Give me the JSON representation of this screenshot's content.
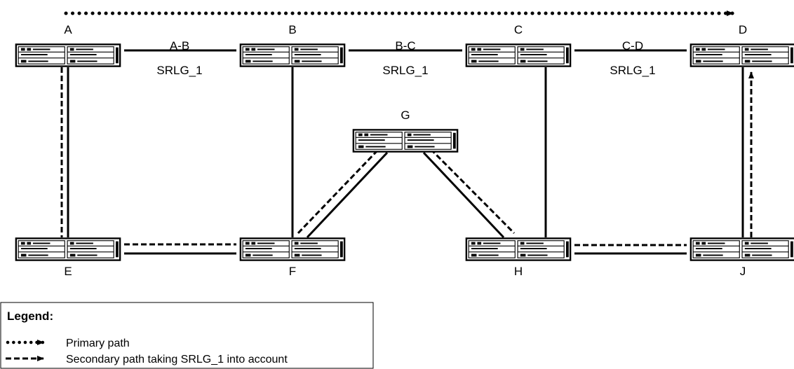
{
  "nodes": [
    {
      "id": "A",
      "label": "A"
    },
    {
      "id": "B",
      "label": "B"
    },
    {
      "id": "C",
      "label": "C"
    },
    {
      "id": "D",
      "label": "D"
    },
    {
      "id": "G",
      "label": "G"
    },
    {
      "id": "E",
      "label": "E"
    },
    {
      "id": "F",
      "label": "F"
    },
    {
      "id": "H",
      "label": "H"
    },
    {
      "id": "J",
      "label": "J"
    }
  ],
  "links": [
    {
      "from": "A",
      "to": "B",
      "name": "A-B",
      "srlg": "SRLG_1"
    },
    {
      "from": "B",
      "to": "C",
      "name": "B-C",
      "srlg": "SRLG_1"
    },
    {
      "from": "C",
      "to": "D",
      "name": "C-D",
      "srlg": "SRLG_1"
    },
    {
      "from": "A",
      "to": "E"
    },
    {
      "from": "B",
      "to": "F"
    },
    {
      "from": "C",
      "to": "H"
    },
    {
      "from": "D",
      "to": "J"
    },
    {
      "from": "E",
      "to": "F"
    },
    {
      "from": "F",
      "to": "G"
    },
    {
      "from": "G",
      "to": "H"
    },
    {
      "from": "H",
      "to": "J"
    }
  ],
  "paths": {
    "primary": [
      "A",
      "B",
      "C",
      "D"
    ],
    "secondary": [
      "A",
      "E",
      "F",
      "G",
      "H",
      "J",
      "D"
    ]
  },
  "legend": {
    "title": "Legend:",
    "primary_label": "Primary path",
    "secondary_label": "Secondary path taking SRLG_1 into account"
  }
}
